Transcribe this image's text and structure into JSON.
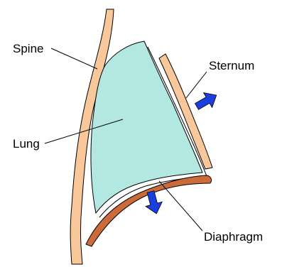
{
  "labels": {
    "spine": "Spine",
    "sternum": "Sternum",
    "lung": "Lung",
    "diaphragm": "Diaphragm"
  },
  "colors": {
    "spine_fill": "#f8c79a",
    "lung_fill": "#b3e8e2",
    "diaphragm_fill": "#cc6a3a",
    "arrow_fill": "#1a3fe0",
    "outline": "#000000"
  }
}
